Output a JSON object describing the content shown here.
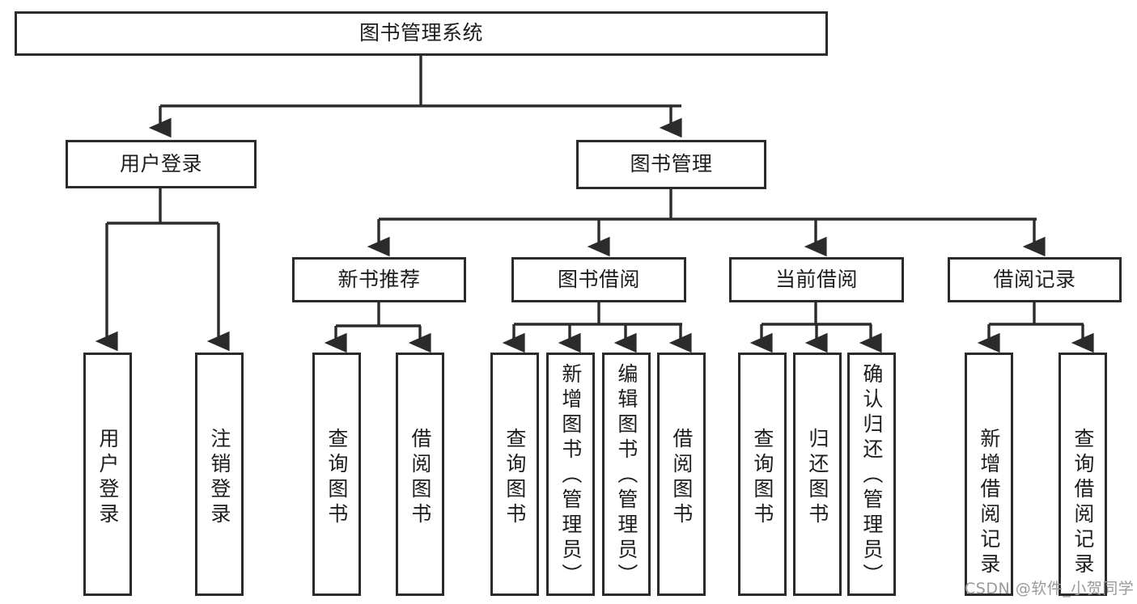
{
  "diagram": {
    "type": "tree-hierarchy",
    "title": "图书管理系统",
    "watermark": "CSDN @软件_小贺同学",
    "colors": {
      "box_border": "#2b2b2b",
      "box_fill": "#ffffff",
      "edge": "#2b2b2b",
      "text": "#1d1d1d",
      "watermark": "#9a9a9a"
    },
    "nodes": {
      "root": {
        "label": "图书管理系统"
      },
      "level2": [
        {
          "id": "user-login",
          "label": "用户登录"
        },
        {
          "id": "book-manage",
          "label": "图书管理"
        }
      ],
      "level3": [
        {
          "id": "new-book-recommend",
          "label": "新书推荐"
        },
        {
          "id": "book-borrow",
          "label": "图书借阅"
        },
        {
          "id": "current-borrow",
          "label": "当前借阅"
        },
        {
          "id": "borrow-record",
          "label": "借阅记录"
        }
      ],
      "leaves": {
        "user_login": [
          {
            "id": "leaf-user-login",
            "label": "用户登录"
          },
          {
            "id": "leaf-logout-login",
            "label": "注销登录"
          }
        ],
        "new_book_recommend": [
          {
            "id": "leaf-query-book-1",
            "label": "查询图书"
          },
          {
            "id": "leaf-borrow-book-1",
            "label": "借阅图书"
          }
        ],
        "book_borrow": [
          {
            "id": "leaf-query-book-2",
            "label": "查询图书"
          },
          {
            "id": "leaf-add-book-admin",
            "label": "新增图书（管理员）"
          },
          {
            "id": "leaf-edit-book-admin",
            "label": "编辑图书（管理员）"
          },
          {
            "id": "leaf-borrow-book-2",
            "label": "借阅图书"
          }
        ],
        "current_borrow": [
          {
            "id": "leaf-query-book-3",
            "label": "查询图书"
          },
          {
            "id": "leaf-return-book",
            "label": "归还图书"
          },
          {
            "id": "leaf-confirm-return-admin",
            "label": "确认归还（管理员）"
          }
        ],
        "borrow_record": [
          {
            "id": "leaf-add-borrow-record",
            "label": "新增借阅记录"
          },
          {
            "id": "leaf-query-borrow-record",
            "label": "查询借阅记录"
          }
        ]
      }
    }
  }
}
